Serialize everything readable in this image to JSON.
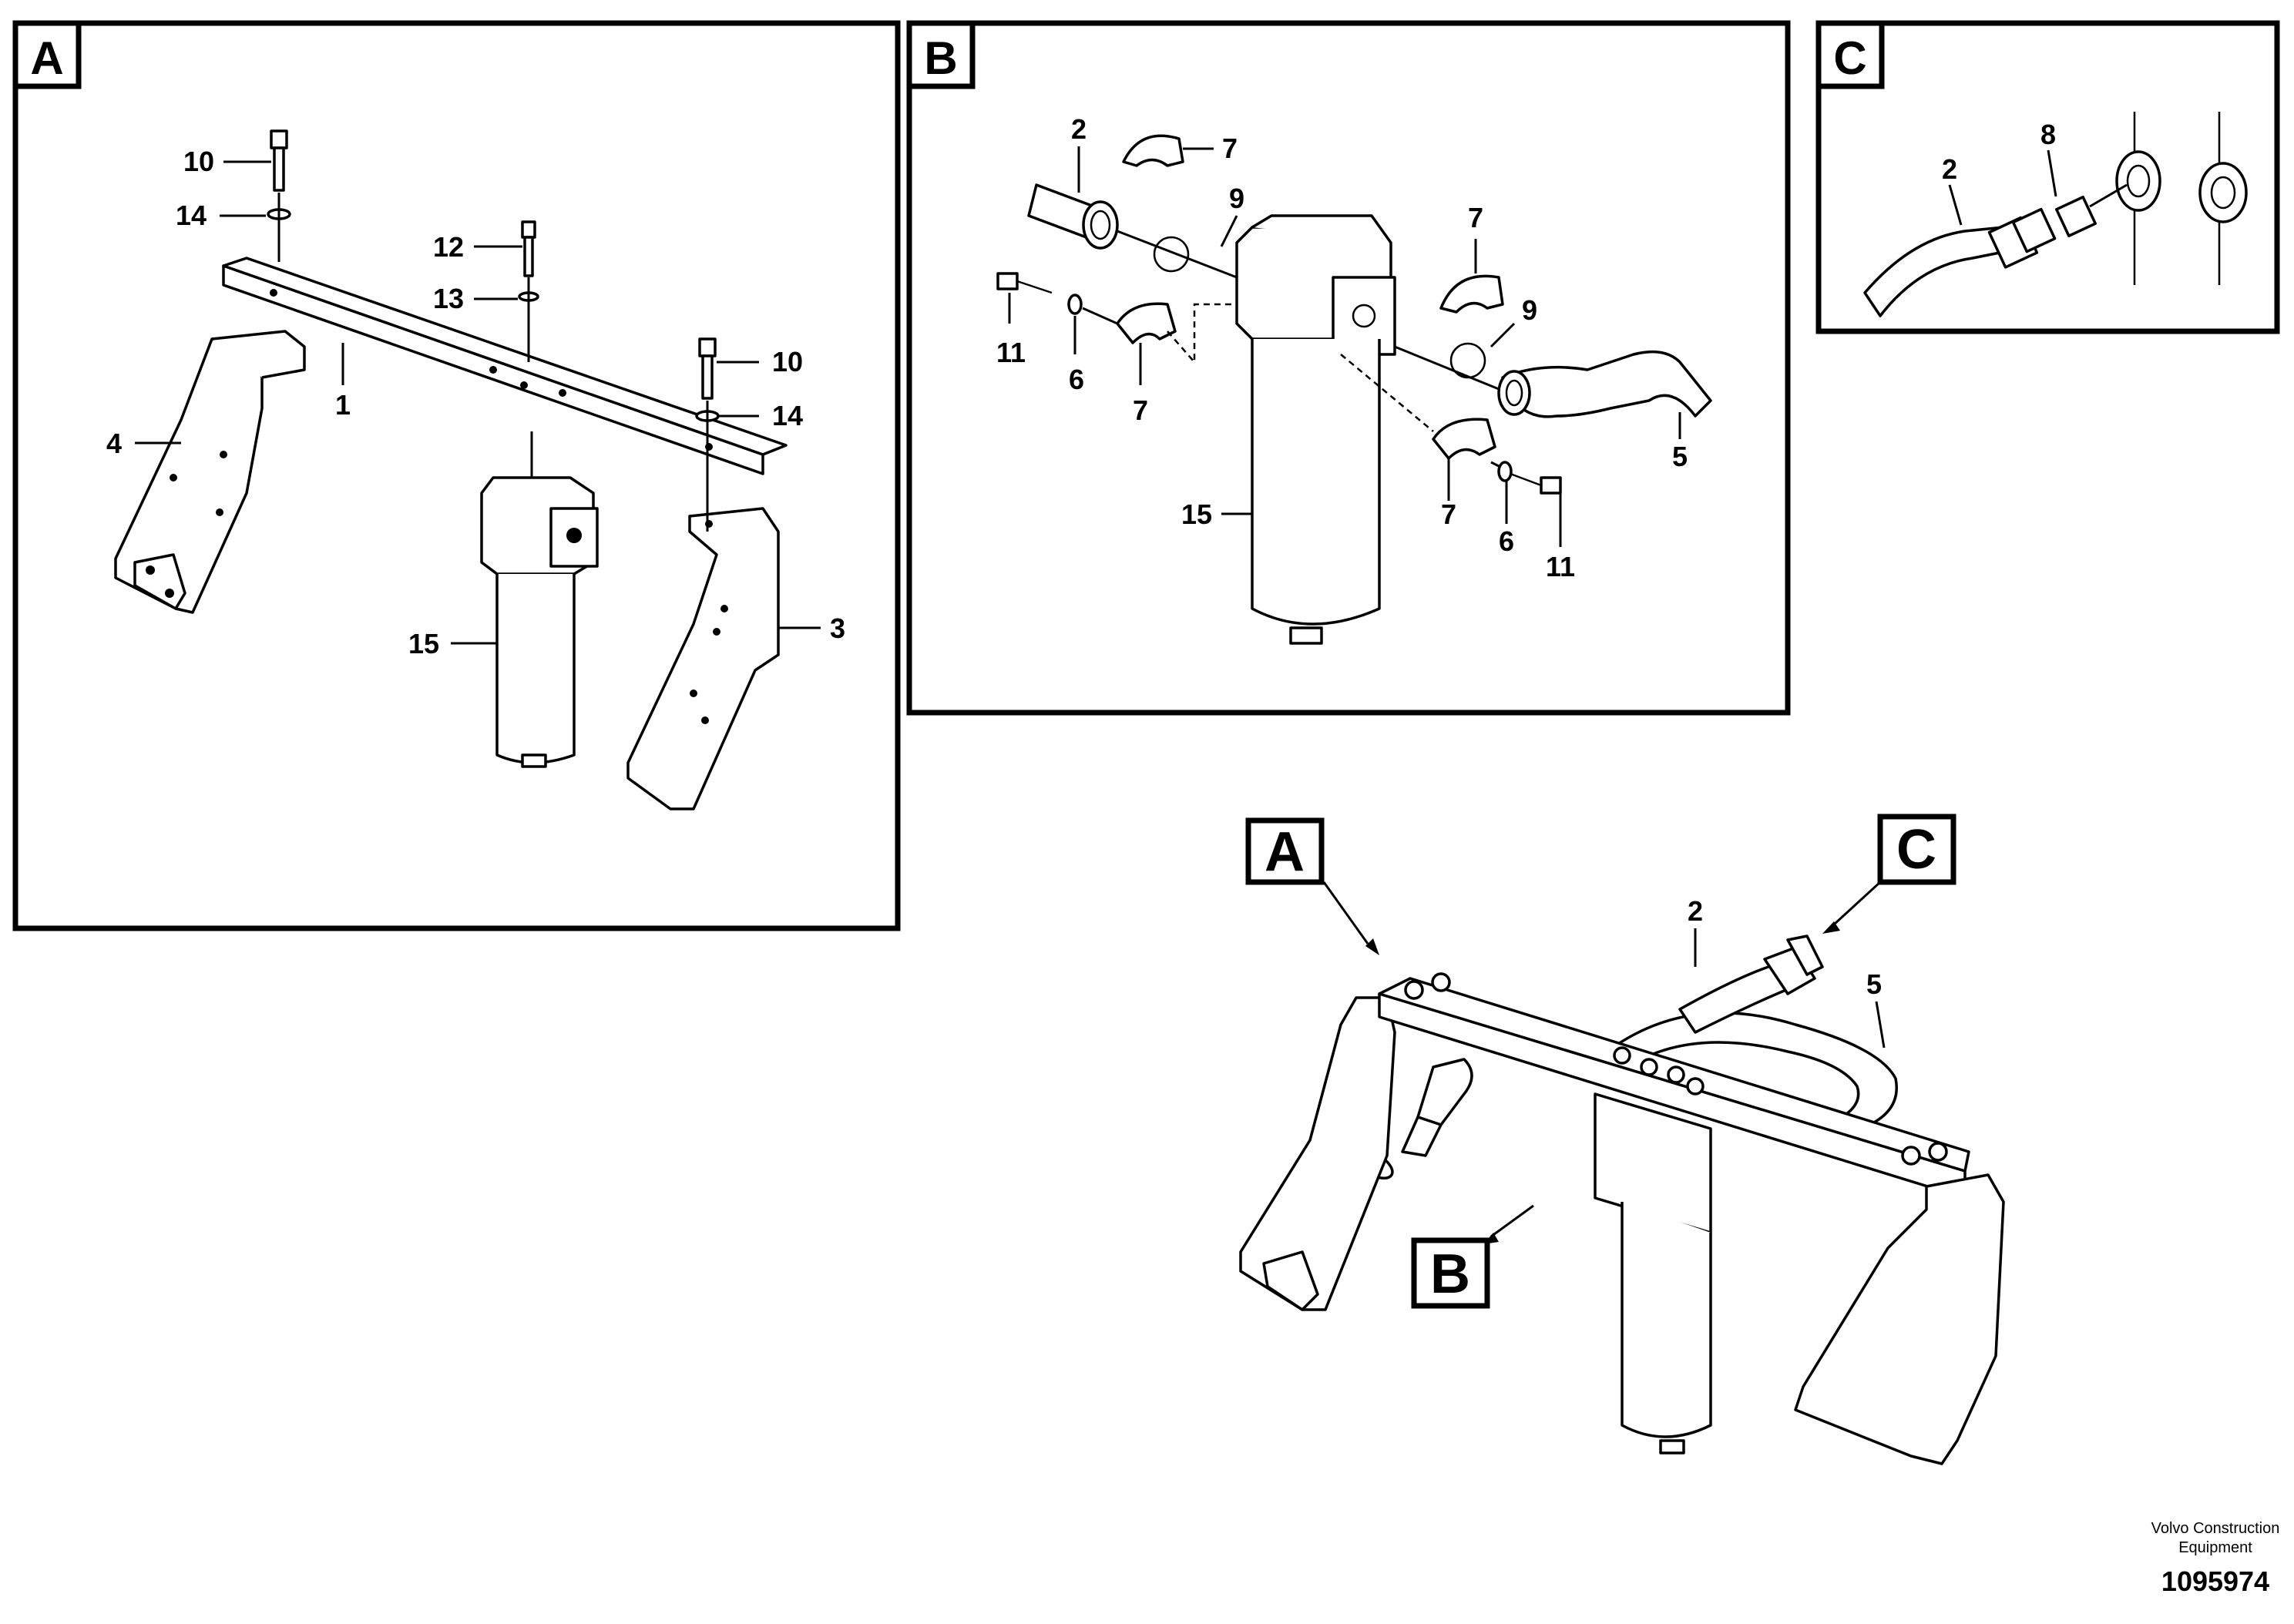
{
  "panels": [
    {
      "id": "A",
      "label": "A"
    },
    {
      "id": "B",
      "label": "B"
    },
    {
      "id": "C",
      "label": "C"
    }
  ],
  "panel_a": {
    "labels": [
      "10",
      "14",
      "12",
      "13",
      "10",
      "14",
      "1",
      "4",
      "15",
      "3"
    ]
  },
  "panel_b": {
    "labels": [
      "2",
      "7",
      "9",
      "7",
      "9",
      "11",
      "6",
      "7",
      "5",
      "15",
      "7",
      "6",
      "11"
    ]
  },
  "panel_c": {
    "labels": [
      "2",
      "8"
    ]
  },
  "assembly": {
    "callouts": [
      "A",
      "B",
      "C"
    ],
    "labels": [
      "2",
      "5"
    ]
  },
  "footer": {
    "company_line1": "Volvo Construction",
    "company_line2": "Equipment",
    "document_number": "1095974"
  }
}
